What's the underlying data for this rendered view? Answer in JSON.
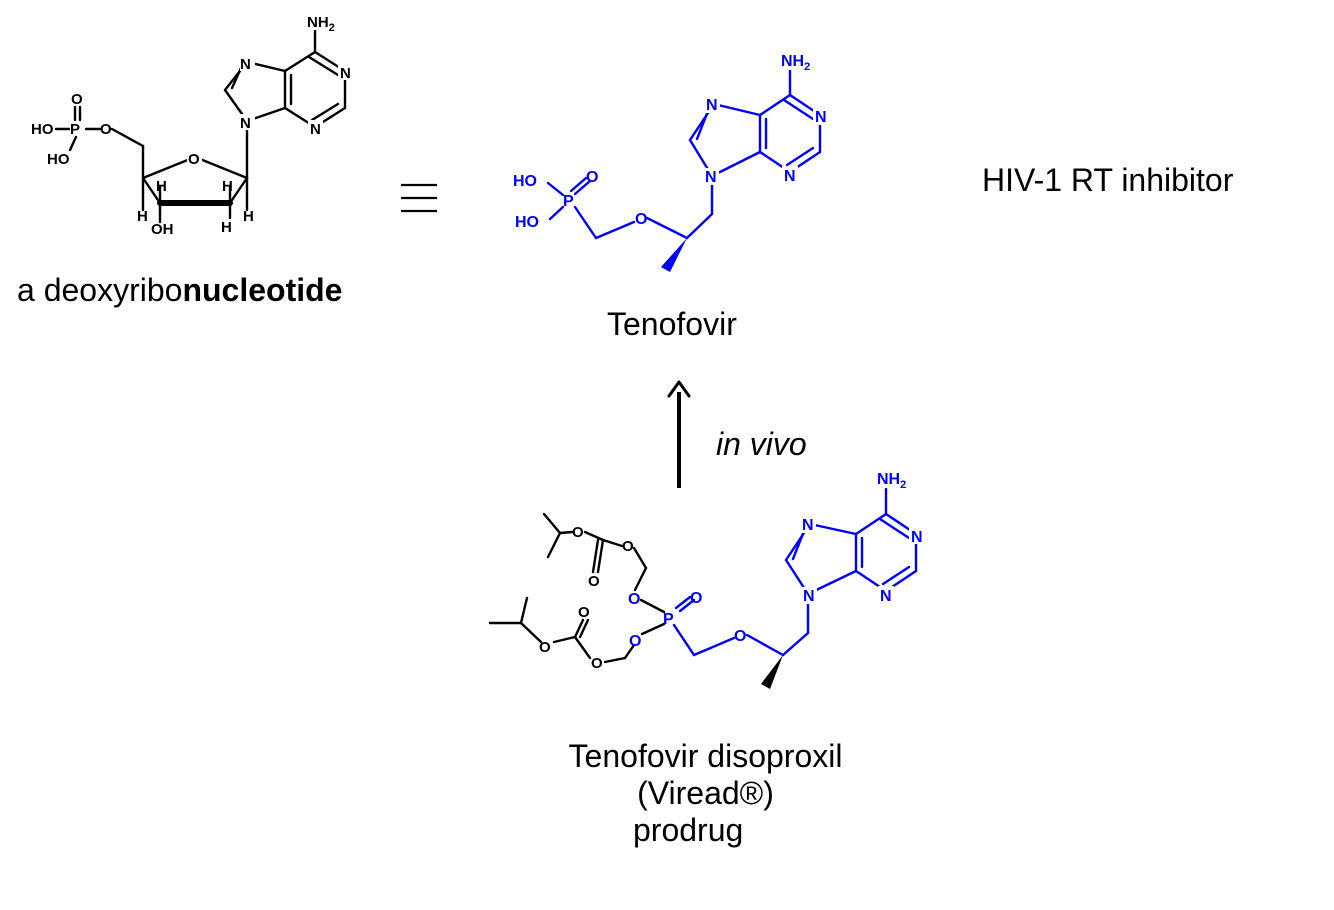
{
  "nucleotide": {
    "caption_prefix": "a deoxyribo",
    "caption_bold": "nucleotide",
    "atoms": {
      "nh2": "NH",
      "n": "N",
      "o": "O",
      "p": "P",
      "ho": "HO",
      "oh": "OH",
      "h": "H"
    }
  },
  "equivalence_symbol": "≡",
  "tenofovir": {
    "caption": "Tenofovir",
    "atoms": {
      "nh2": "NH",
      "n": "N",
      "o": "O",
      "p": "P",
      "ho": "HO"
    }
  },
  "side_label": "HIV-1 RT inhibitor",
  "arrow_label": "in vivo",
  "prodrug": {
    "caption_lines": [
      "Tenofovir disoproxil",
      "(Viread®)",
      "prodrug"
    ],
    "atoms": {
      "nh2": "NH",
      "n": "N",
      "o": "O",
      "p": "P"
    }
  },
  "colors": {
    "drug": "#0000ff",
    "text": "#000000"
  }
}
